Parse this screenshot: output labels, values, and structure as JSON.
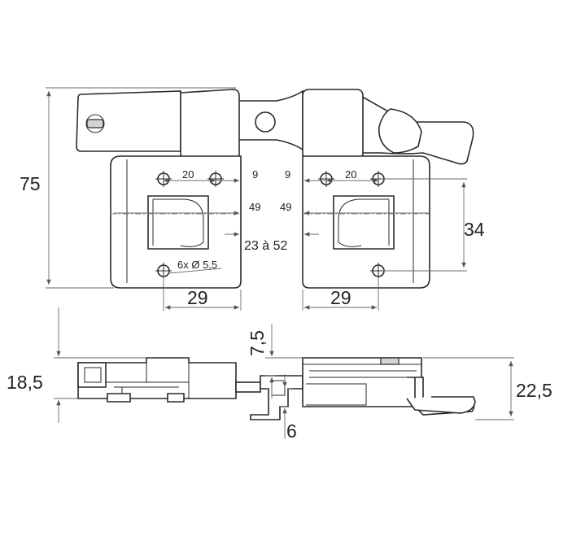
{
  "dimensions": {
    "height_total": "75",
    "hole_spacing_left": "20",
    "hole_offset_left": "9",
    "hole_offset_right": "9",
    "hole_spacing_right": "20",
    "slot_left": "49",
    "slot_right": "49",
    "adjust_range": "23 à 52",
    "holes": "6x Ø 5,5",
    "hole_height": "34",
    "width_left": "29",
    "width_right": "29",
    "side_step": "7,5",
    "side_height_left": "18,5",
    "side_height_right": "22,5",
    "side_offset": "6"
  }
}
